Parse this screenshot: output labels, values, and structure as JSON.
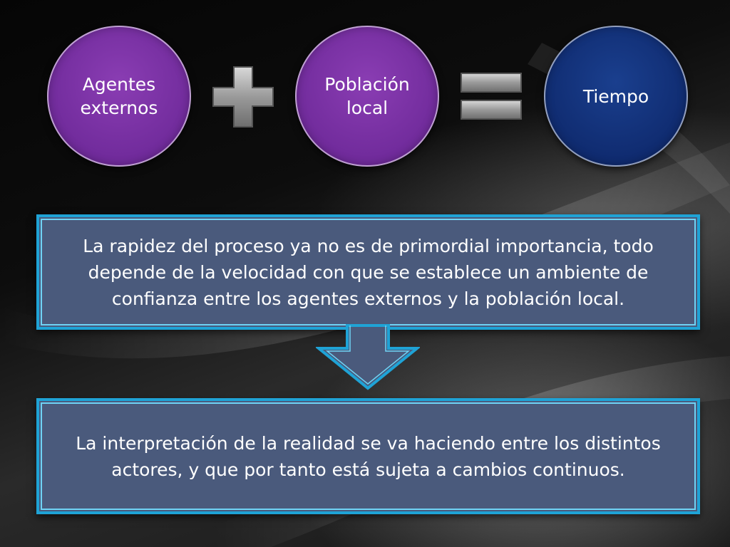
{
  "equation": {
    "term1": "Agentes\nexternos",
    "term2": "Población\nlocal",
    "result": "Tiempo",
    "plus_icon": "plus-icon",
    "equals_icon": "equals-icon"
  },
  "boxes": {
    "first": "La rapidez del proceso ya no es de primordial importancia, todo depende de la velocidad con que se establece un ambiente de confianza entre los agentes externos y la población local.",
    "second": "La interpretación de la realidad se va haciendo entre los distintos actores, y que por tanto está sujeta a cambios continuos."
  },
  "colors": {
    "purple": "#6f2a9a",
    "navy": "#0f2a6e",
    "box_fill": "#4a5a7c",
    "box_border": "#1fa3d6"
  }
}
